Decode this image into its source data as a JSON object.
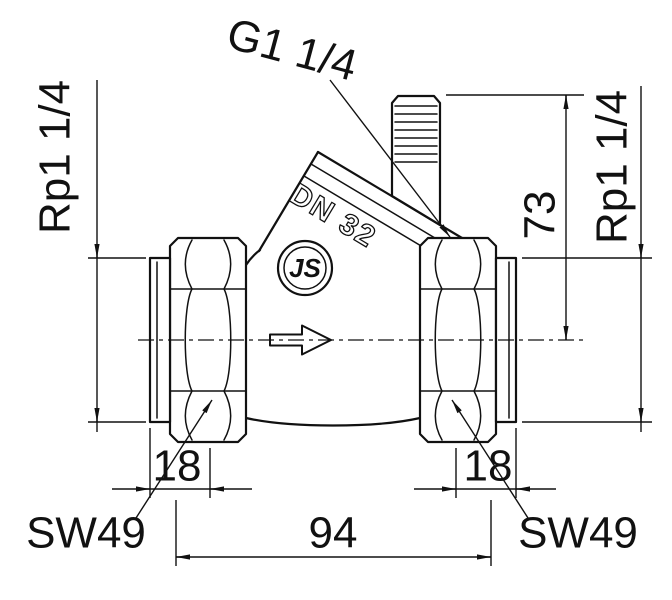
{
  "labels": {
    "g1": "G1 1/4",
    "rp_left": "Rp1 1/4",
    "rp_right": "Rp1 1/4",
    "height_73": "73",
    "width_94": "94",
    "hex_18_left": "18",
    "hex_18_right": "18",
    "sw49_left": "SW49",
    "sw49_right": "SW49",
    "dn": "DN 32",
    "logo": "JS"
  },
  "colors": {
    "line": "#111111",
    "background": "#ffffff"
  }
}
